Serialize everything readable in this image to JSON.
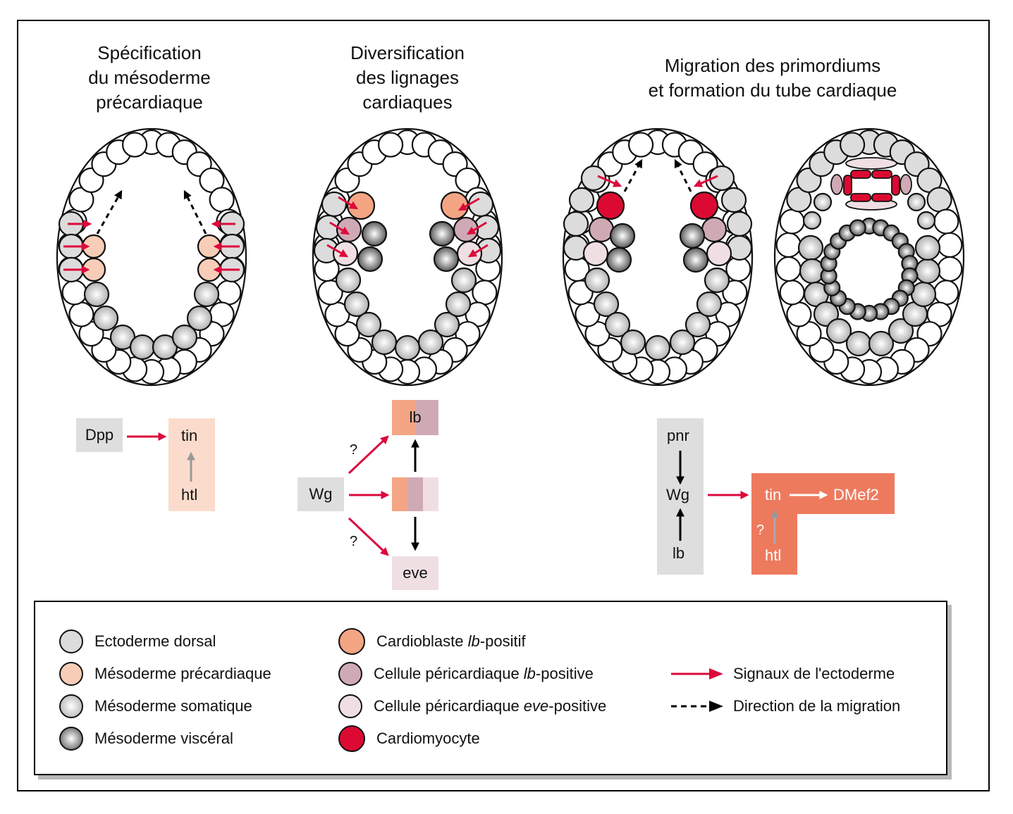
{
  "titles": [
    {
      "lines": [
        "Spécification",
        "du mésoderme",
        "précardiaque"
      ]
    },
    {
      "lines": [
        "Diversification",
        "des lignages",
        "cardiaques"
      ]
    },
    {
      "lines": [
        "Migration des primordiums",
        "et formation du tube cardiaque"
      ]
    }
  ],
  "colors": {
    "ectoderm": "#dcdcdc",
    "precardiac": "#f8cdb8",
    "cardioblast_lb": "#f4a584",
    "pericardial_lb": "#cfaab5",
    "pericardial_eve": "#efdfe3",
    "cardiomyocyte": "#dc0a32",
    "signal_arrow": "#dc0a3c",
    "somatic": "#c8c8c8",
    "visceral": "#7a7a7a",
    "box_grey": "#dedede",
    "box_peach": "#fbdccc",
    "box_salmon": "#ee7a5e"
  },
  "pathway1": {
    "dpp": "Dpp",
    "tin": "tin",
    "htl": "htl"
  },
  "pathway2": {
    "wg": "Wg",
    "lb": "lb",
    "eve": "eve",
    "q1": "?",
    "q2": "?"
  },
  "pathway3": {
    "pnr": "pnr",
    "wg": "Wg",
    "lb": "lb",
    "tin": "tin",
    "dmef2": "DMef2",
    "htl": "htl",
    "q": "?"
  },
  "legend": {
    "col1": [
      {
        "label": "Ectoderme dorsal",
        "swatch": "ectoderm"
      },
      {
        "label": "Mésoderme précardiaque",
        "swatch": "precardiac"
      },
      {
        "label": "Mésoderme somatique",
        "swatch": "somatic"
      },
      {
        "label": "Mésoderme viscéral",
        "swatch": "visceral"
      }
    ],
    "col2": [
      {
        "pre": "Cardioblaste ",
        "ital": "lb",
        "post": "-positif"
      },
      {
        "pre": "Cellule péricardiaque ",
        "ital": "lb",
        "post": "-positive"
      },
      {
        "pre": "Cellule péricardiaque ",
        "ital": "eve",
        "post": "-positive"
      },
      {
        "pre": "Cardiomyocyte",
        "ital": "",
        "post": ""
      }
    ],
    "col3": [
      {
        "label": "Signaux de l'ectoderme"
      },
      {
        "label": "Direction de la migration"
      }
    ]
  }
}
